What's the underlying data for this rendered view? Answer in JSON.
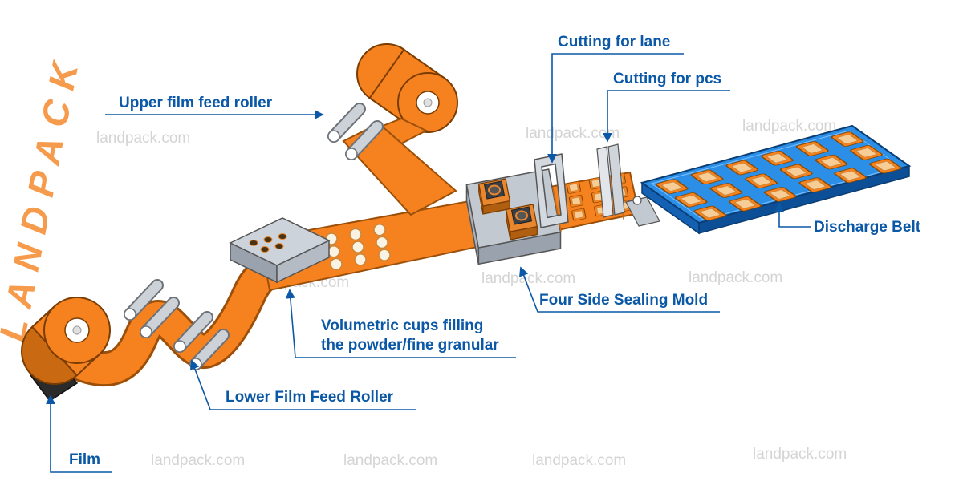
{
  "brand": {
    "watermark": "landpack.com",
    "logo": "LANDPACK"
  },
  "labels": {
    "upper_film_roller": "Upper film feed roller",
    "cutting_lane": "Cutting for lane",
    "cutting_pcs": "Cutting for pcs",
    "discharge_belt": "Discharge Belt",
    "sealing_mold": "Four Side Sealing Mold",
    "filling_line1": "Volumetric cups filling",
    "filling_line2": "the powder/fine granular",
    "lower_film_roller": "Lower Film Feed Roller",
    "film": "Film"
  },
  "colors": {
    "film_orange": "#F5821F",
    "film_outline": "#9c4f08",
    "label_blue": "#0A58A6",
    "belt_blue": "#2B8FE8",
    "roller_gray": "#CDD2D9",
    "steel_gray": "#C3C9D1",
    "sachet_fill": "#F6CD97",
    "watermark_gray": "#D4D4D4"
  }
}
